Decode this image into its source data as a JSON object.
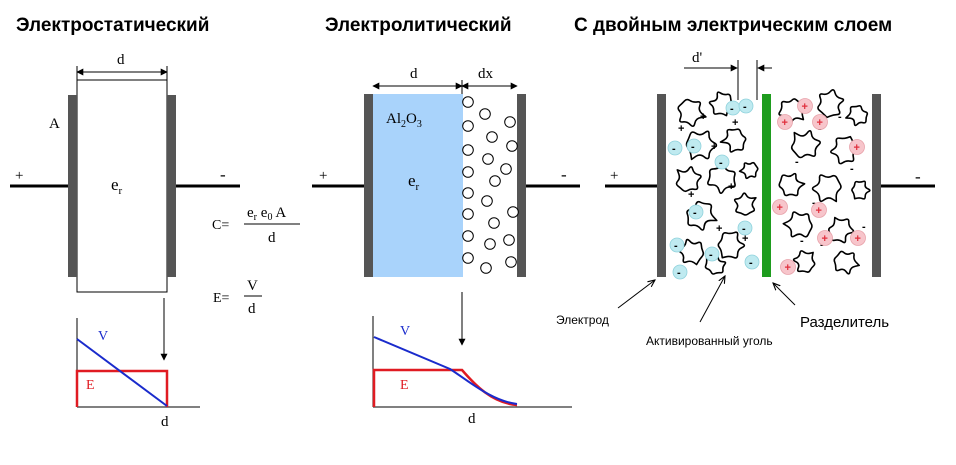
{
  "titles": {
    "electrostatic": "Электростатический",
    "electrolytic": "Электролитический",
    "double_layer": "С двойным электрическим  слоем"
  },
  "electrostatic": {
    "d_label": "d",
    "a_label": "A",
    "plus": "+",
    "minus": "-",
    "er_base": "e",
    "er_sub": "r",
    "graph_v": "V",
    "graph_e": "E",
    "graph_d": "d"
  },
  "formulas": {
    "c_lhs": "C=",
    "c_num_e": "e",
    "c_num_sub_r": "r",
    "c_num_e2": " e",
    "c_num_sub_0": "0",
    "c_num_a": " A",
    "c_den": "d",
    "e_lhs": "E=",
    "e_num": "V",
    "e_den": "d"
  },
  "electrolytic": {
    "d_label": "d",
    "dx_label": "dx",
    "al_base": "Al",
    "al_sub": "2",
    "al_o": "O",
    "al_sub2": "3",
    "er_base": "e",
    "er_sub": "r",
    "plus": "+",
    "minus": "-",
    "graph_v": "V",
    "graph_e": "E",
    "graph_d": "d"
  },
  "double_layer": {
    "d_prime": "d'",
    "plus": "+",
    "minus": "-",
    "label_electrode": "Электрод",
    "label_carbon": "Активированный уголь",
    "label_separator": "Разделитель"
  },
  "colors": {
    "plate": "#555555",
    "oxide": "#a9d3fb",
    "v_line": "#1a2bcc",
    "e_line": "#e01b22",
    "separator": "#1e9c1e",
    "neg_ion": "#bfeaf0",
    "pos_ion": "#f7c5cb",
    "pos_ion_text": "#e0303e"
  }
}
